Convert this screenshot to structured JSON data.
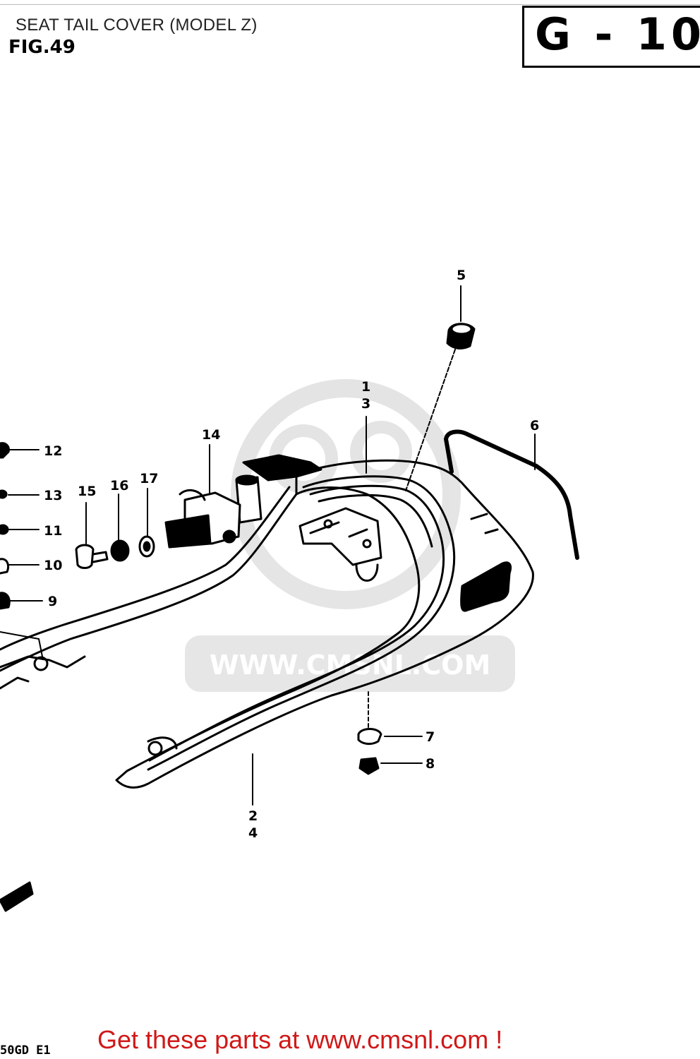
{
  "header": {
    "title": "SEAT TAIL COVER (MODEL Z)",
    "figure": "FIG.49",
    "page_code": "G - 10"
  },
  "footer": {
    "model_code": "50GD E1",
    "cta": "Get these parts at www.cmsnl.com !"
  },
  "watermark": {
    "text": "WWW.CMSNL.COM"
  },
  "parts": [
    {
      "ref": "1"
    },
    {
      "ref": "3"
    },
    {
      "ref": "5"
    },
    {
      "ref": "6"
    },
    {
      "ref": "12"
    },
    {
      "ref": "13"
    },
    {
      "ref": "11"
    },
    {
      "ref": "10"
    },
    {
      "ref": "9"
    },
    {
      "ref": "14"
    },
    {
      "ref": "15"
    },
    {
      "ref": "16"
    },
    {
      "ref": "17"
    },
    {
      "ref": "7"
    },
    {
      "ref": "8"
    },
    {
      "ref": "2"
    },
    {
      "ref": "4"
    }
  ],
  "colors": {
    "footer_text": "#d01818",
    "line": "#000000",
    "watermark": "#dcdcdc"
  }
}
